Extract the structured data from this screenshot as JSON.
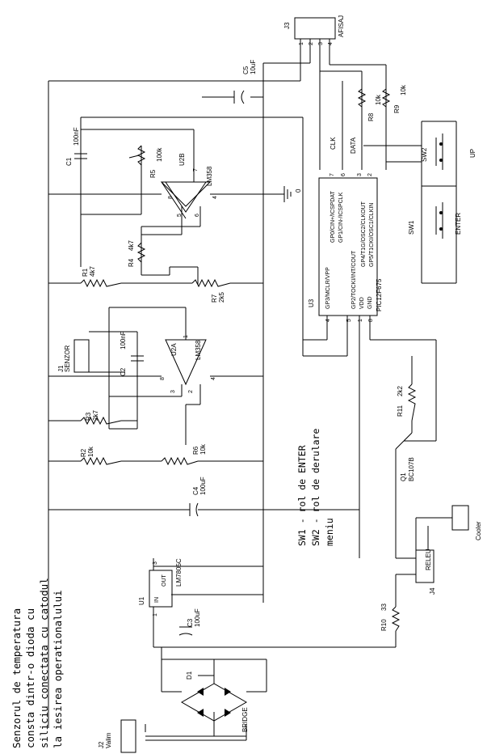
{
  "labels": {
    "j3_ref": "J3",
    "j3_name": "AFISAJ",
    "j3_pins": [
      "1",
      "2",
      "3",
      "4"
    ],
    "c5_ref": "C5",
    "c5_val": "10uF",
    "r8_ref": "R8",
    "r8_val": "10k",
    "r9_ref": "R9",
    "r9_val": "10k",
    "clk": "CLK",
    "data": "DATA",
    "sw2_ref": "SW2",
    "sw2_name": "UP",
    "sw1_ref": "SW1",
    "sw1_name": "ENTER",
    "c1_ref": "C1",
    "c1_val": "100nF",
    "r5_ref": "R5",
    "r5_val": "100k",
    "u2b_ref": "U2B",
    "u2b_part": "LM358",
    "u2b_pin7": "7",
    "u2b_pin8": "8",
    "u2b_pin4": "4",
    "u2b_pin5": "5",
    "u2b_pin6": "6",
    "gnd_zero": "0",
    "u3_pins_top": [
      "7",
      "6",
      "3",
      "2"
    ],
    "u3_pin_names": [
      "GP0/CIN+/ICSPDAT",
      "GP1/CIN-/ICSPCLK",
      "GP3/MCLR/VPP",
      "GP4/T1G/OSC2/CLKOUT",
      "GP5/T1CKI/OSC1/CLKIN",
      "GP2/TOCKI/INT/COUT",
      "VDD",
      "GND"
    ],
    "u3_part": "PIC12F675",
    "u3_ref": "U3",
    "u3_pins_bottom": [
      "4",
      "5",
      "1",
      "8"
    ],
    "r4_ref": "R4",
    "r4_val": "4k7",
    "r1_ref": "R1",
    "r1_val": "4k7",
    "r7_ref": "R7",
    "r7_val": "2k5",
    "j1_ref": "J1",
    "j1_name": "SENZOR",
    "c2_ref": "C2",
    "c2_val": "100nF",
    "u2a_ref": "U2A",
    "u2a_part": "LM358",
    "u2a_pin1": "1",
    "u2a_pin8": "8",
    "u2a_pin4": "4",
    "u2a_pin3": "3",
    "u2a_pin2": "2",
    "r3_ref": "R3",
    "r3_val": "2k7",
    "r2_ref": "R2",
    "r2_val": "10k",
    "r6_ref": "R6",
    "r6_val": "10k",
    "r11_ref": "R11",
    "r11_val": "2k2",
    "q1_ref": "Q1",
    "q1_part": "BC107B",
    "c4_ref": "C4",
    "c4_val": "100uF",
    "cooler": "Cooler",
    "releu": "RELEU",
    "j4_ref": "J4",
    "u1_ref": "U1",
    "u1_part": "LM7805C",
    "u1_in": "IN",
    "u1_out": "OUT",
    "u1_pin1": "1",
    "u1_pin3": "3",
    "c3_ref": "C3",
    "c3_val": "100uF",
    "r10_ref": "R10",
    "r10_val": "33",
    "d1_ref": "D1",
    "bridge": "BRIDGE",
    "j2_ref": "J2",
    "j2_name": "Valim"
  },
  "notes": {
    "sw_lines": [
      "SW1 - rol de ENTER",
      "SW2 - rol de derulare",
      "meniu"
    ],
    "description": [
      "Senzorul de temperatura",
      "consta dintr-o dioda cu",
      "siliciu conectata cu catodul",
      "la iesirea operationalului"
    ]
  }
}
